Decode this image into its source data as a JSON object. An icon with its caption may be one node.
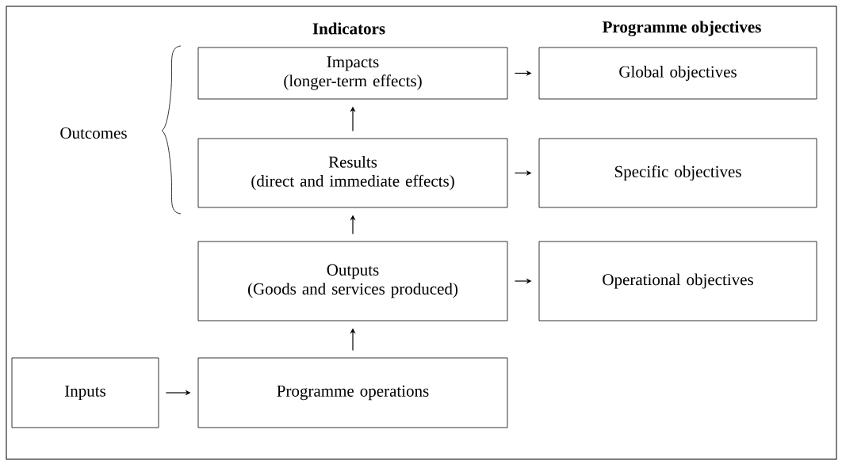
{
  "diagram": {
    "nodes": [
      {
        "text": [
          "Impacts",
          "(longer-term effects)"
        ]
      },
      {
        "text": [
          "Global objectives"
        ]
      },
      {
        "text": [
          "Results",
          "(direct and immediate effects)"
        ]
      },
      {
        "text": [
          "Specific objectives"
        ]
      },
      {
        "text": [
          "Outputs",
          "(Goods and services produced)"
        ]
      },
      {
        "text": [
          "Operational objectives"
        ]
      },
      {
        "text": [
          "Inputs"
        ]
      },
      {
        "text": [
          "Programme operations"
        ]
      }
    ],
    "edges": [
      {
        "from": 0,
        "to": 1,
        "arrow": "to"
      },
      {
        "from": 2,
        "to": 0,
        "arrow": "to"
      },
      {
        "from": 2,
        "to": 3,
        "arrow": "to"
      },
      {
        "from": 4,
        "to": 2,
        "arrow": "to"
      },
      {
        "from": 4,
        "to": 5,
        "arrow": "to"
      },
      {
        "from": 6,
        "to": 7,
        "arrow": "to"
      },
      {
        "from": 7,
        "to": 4,
        "arrow": "to"
      }
    ],
    "labels": [
      "Indicators",
      "Programme objectives",
      "Outcomes"
    ]
  }
}
